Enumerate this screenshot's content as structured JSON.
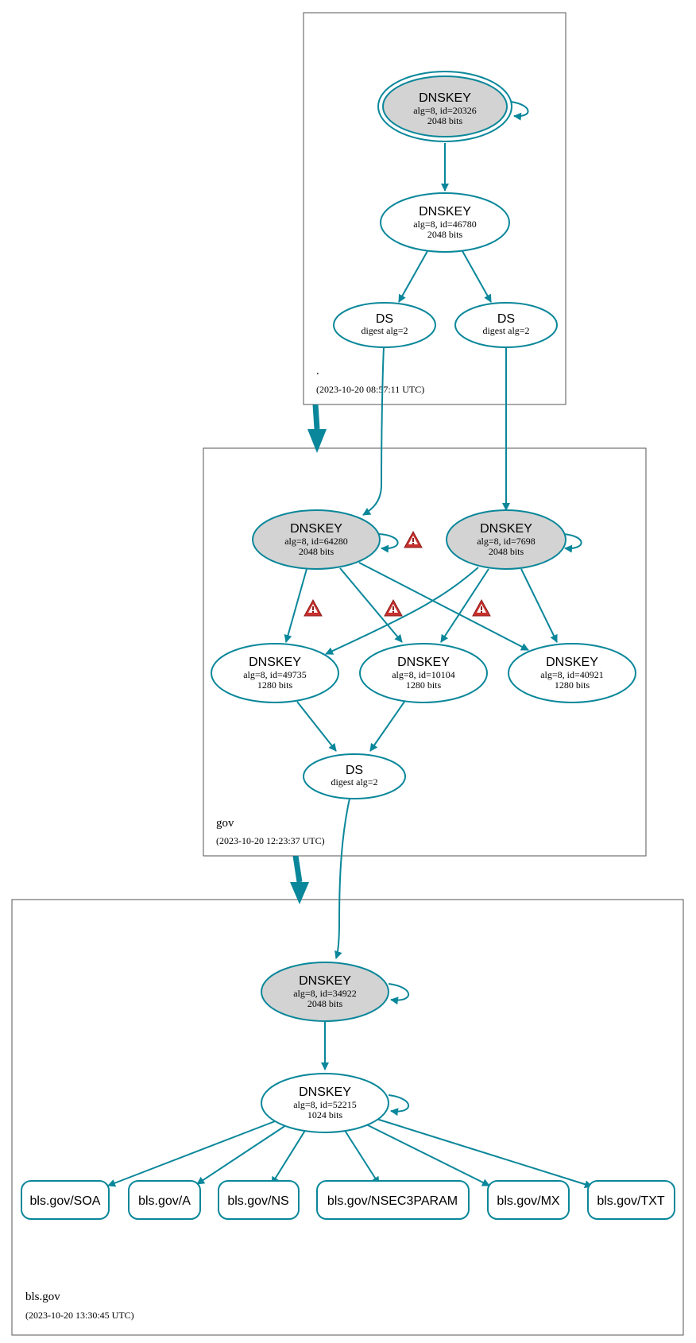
{
  "zones": {
    "root": {
      "name": ".",
      "timestamp": "(2023-10-20 08:57:11 UTC)"
    },
    "gov": {
      "name": "gov",
      "timestamp": "(2023-10-20 12:23:37 UTC)"
    },
    "bls": {
      "name": "bls.gov",
      "timestamp": "(2023-10-20 13:30:45 UTC)"
    }
  },
  "nodes": {
    "root_ksk": {
      "type": "DNSKEY",
      "line1": "alg=8, id=20326",
      "line2": "2048 bits"
    },
    "root_zsk": {
      "type": "DNSKEY",
      "line1": "alg=8, id=46780",
      "line2": "2048 bits"
    },
    "root_ds1": {
      "type": "DS",
      "line1": "digest alg=2"
    },
    "root_ds2": {
      "type": "DS",
      "line1": "digest alg=2"
    },
    "gov_ksk1": {
      "type": "DNSKEY",
      "line1": "alg=8, id=64280",
      "line2": "2048 bits"
    },
    "gov_ksk2": {
      "type": "DNSKEY",
      "line1": "alg=8, id=7698",
      "line2": "2048 bits"
    },
    "gov_zsk1": {
      "type": "DNSKEY",
      "line1": "alg=8, id=49735",
      "line2": "1280 bits"
    },
    "gov_zsk2": {
      "type": "DNSKEY",
      "line1": "alg=8, id=10104",
      "line2": "1280 bits"
    },
    "gov_zsk3": {
      "type": "DNSKEY",
      "line1": "alg=8, id=40921",
      "line2": "1280 bits"
    },
    "gov_ds": {
      "type": "DS",
      "line1": "digest alg=2"
    },
    "bls_ksk": {
      "type": "DNSKEY",
      "line1": "alg=8, id=34922",
      "line2": "2048 bits"
    },
    "bls_zsk": {
      "type": "DNSKEY",
      "line1": "alg=8, id=52215",
      "line2": "1024 bits"
    }
  },
  "rrsets": [
    "bls.gov/SOA",
    "bls.gov/A",
    "bls.gov/NS",
    "bls.gov/NSEC3PARAM",
    "bls.gov/MX",
    "bls.gov/TXT"
  ],
  "colors": {
    "edge": "#0a879a",
    "sep_fill": "#d3d3d3",
    "warning": "#c9302c"
  }
}
